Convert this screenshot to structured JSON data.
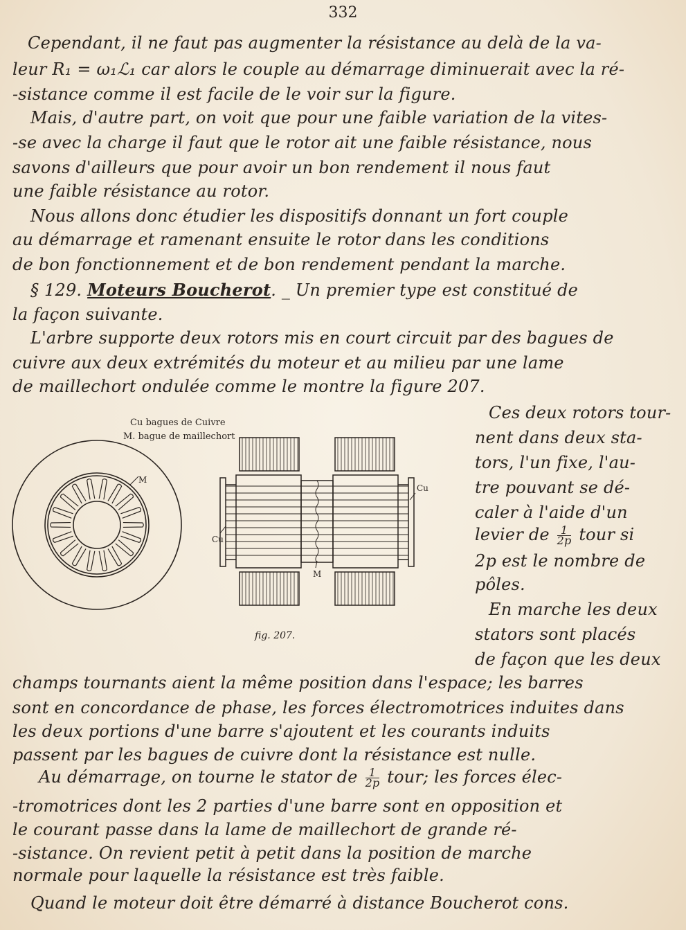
{
  "page_number": "332",
  "paragraph1": [
    "Cependant, il ne faut pas augmenter la résistance au delà de la va-",
    "leur R₁ = ω₁ℒ₁ car alors le couple au démarrage diminuerait avec la ré-",
    "-sistance comme il est facile de le voir sur la figure."
  ],
  "paragraph2": [
    "Mais, d'autre part, on voit que pour une faible variation de la vites-",
    "-se avec la charge il faut que le rotor ait une faible résistance, nous",
    "savons d'ailleurs que pour avoir un bon rendement il nous faut",
    "une faible résistance au rotor."
  ],
  "paragraph3": [
    "Nous allons donc étudier les dispositifs donnant un fort couple",
    "au démarrage et ramenant ensuite le rotor dans les conditions",
    "de bon fonctionnement et de bon rendement pendant la marche."
  ],
  "section": {
    "number": "§ 129.",
    "title": "Moteurs Boucherot",
    "rest": ". _ Un premier type est constitué de",
    "line2": "la façon suivante."
  },
  "paragraph4": [
    "L'arbre supporte deux rotors mis en court circuit par des bagues de",
    "cuivre aux deux extrémités du moteur et au milieu par une lame",
    "de maillechort ondulée comme le montre la figure 207."
  ],
  "side_text": {
    "l1": "Ces deux rotors tour-",
    "l2": "nent dans deux sta-",
    "l3": "tors, l'un fixe, l'au-",
    "l4": "tre pouvant se dé-",
    "l5_pre": "caler à l'aide d'un",
    "l6_pre": "levier de",
    "l6_post": "tour si",
    "l7": "2p est le nombre de",
    "l8": "pôles.",
    "l9": "En marche les deux",
    "l10": "stators sont placés",
    "l11": "de façon que les deux"
  },
  "fraction": {
    "num": "1",
    "den": "2p"
  },
  "paragraph5": [
    "champs tournants aient la même position dans l'espace; les barres",
    "sont en concordance de phase, les forces électromotrices induites dans",
    "les deux portions d'une barre s'ajoutent et les courants induits",
    "passent par les bagues de cuivre dont la résistance est nulle."
  ],
  "paragraph6": {
    "l1_pre": "Au démarrage, on tourne le stator de",
    "l1_post": "tour; les forces élec-",
    "l2": "-tromotrices dont les 2 parties d'une barre sont en opposition et",
    "l3": "le courant passe dans la lame de maillechort de grande ré-",
    "l4": "-sistance. On revient petit à petit dans la position de marche",
    "l5": "normale pour laquelle la résistance est très faible."
  },
  "paragraph7": "Quand le moteur doit être démarré à distance Boucherot cons.",
  "figure": {
    "legend1": "Cu  bagues de Cuivre",
    "legend2": "M. bague de maillechort",
    "label_M_left": "M",
    "label_Cu_right": "Cu",
    "label_Cu_left": "Cu",
    "label_M_bottom": "M",
    "caption": "fig. 207."
  }
}
